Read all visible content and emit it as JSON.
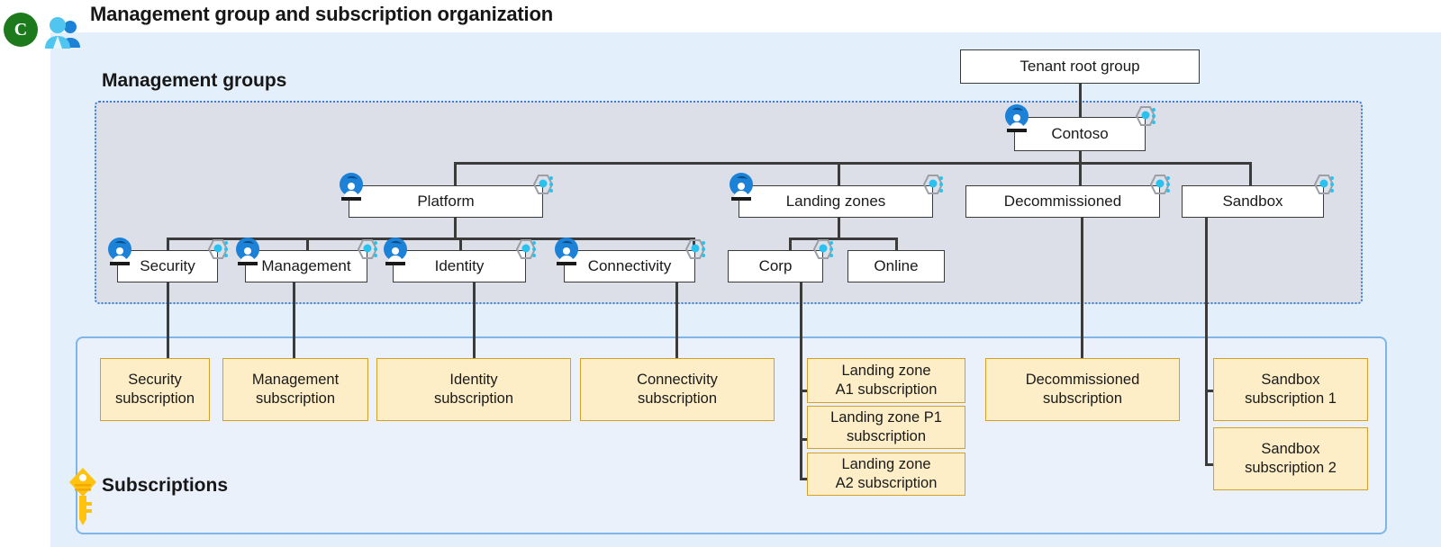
{
  "header": {
    "title": "Management group and subscription organization",
    "badge_letter": "C",
    "badge_color": "#1c7a1c",
    "users_icon": "users-icon"
  },
  "panels": {
    "management_groups_label": "Management groups",
    "subscriptions_label": "Subscriptions",
    "mg_fill": "#dcdfe8",
    "mg_border": "#3a7fd5",
    "sub_fill": "#eaf1fb",
    "sub_border": "#7eb6ea",
    "tenant_fill": "#e3f0fb",
    "key_icon": "key-icon"
  },
  "management_groups": {
    "tenant_root": {
      "label": "Tenant root group",
      "rbac": false,
      "policy": false
    },
    "contoso": {
      "label": "Contoso",
      "rbac": true,
      "policy": true
    },
    "platform": {
      "label": "Platform",
      "rbac": true,
      "policy": true
    },
    "landing_zones": {
      "label": "Landing zones",
      "rbac": true,
      "policy": true
    },
    "decommissioned": {
      "label": "Decommissioned",
      "rbac": false,
      "policy": true
    },
    "sandbox": {
      "label": "Sandbox",
      "rbac": false,
      "policy": true
    },
    "security": {
      "label": "Security",
      "rbac": true,
      "policy": true
    },
    "management": {
      "label": "Management",
      "rbac": true,
      "policy": true
    },
    "identity": {
      "label": "Identity",
      "rbac": true,
      "policy": true
    },
    "connectivity": {
      "label": "Connectivity",
      "rbac": true,
      "policy": true
    },
    "corp": {
      "label": "Corp",
      "rbac": false,
      "policy": true
    },
    "online": {
      "label": "Online",
      "rbac": false,
      "policy": false
    }
  },
  "subscriptions": {
    "security": "Security\nsubscription",
    "management": "Management\nsubscription",
    "identity": "Identity\nsubscription",
    "connectivity": "Connectivity\nsubscription",
    "lz_a1": "Landing zone\nA1 subscription",
    "lz_p1": "Landing zone P1\nsubscription",
    "lz_a2": "Landing zone\nA2 subscription",
    "decommissioned": "Decommissioned\nsubscription",
    "sandbox_1": "Sandbox\nsubscription 1",
    "sandbox_2": "Sandbox\nsubscription 2"
  },
  "colors": {
    "node_fill": "#ffffff",
    "node_border": "#3b3b3b",
    "subscription_fill": "#fdeec8",
    "subscription_border": "#d6a024",
    "connector": "#3b3b3b",
    "rbac_icon": "#1b82d8",
    "policy_icon": "#29c2ef"
  }
}
